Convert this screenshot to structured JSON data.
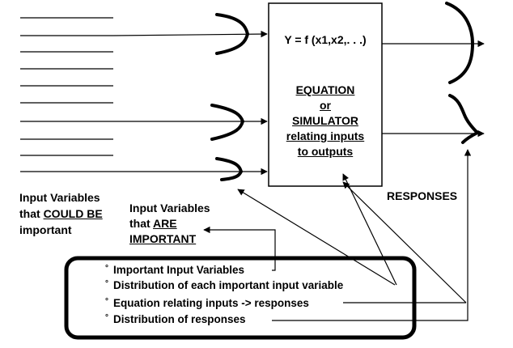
{
  "model_box": {
    "formula": "Y = f (x1,x2,. . .)",
    "lines": [
      "EQUATION",
      "or",
      "SIMULATOR",
      "relating inputs",
      "to outputs"
    ]
  },
  "left_label": {
    "line1": "Input Variables",
    "line2_prefix": "that ",
    "line2_emph": "COULD BE",
    "line3": "important"
  },
  "middle_label": {
    "line1": "Input Variables",
    "line2_prefix": "that ",
    "line2_emph": "ARE",
    "line3": "IMPORTANT"
  },
  "responses_label": "RESPONSES",
  "summary": {
    "bullet_marker": "°",
    "items": [
      "Important Input Variables",
      "Distribution of each important input variable",
      "Equation relating inputs -> responses",
      "Distribution of responses"
    ]
  }
}
